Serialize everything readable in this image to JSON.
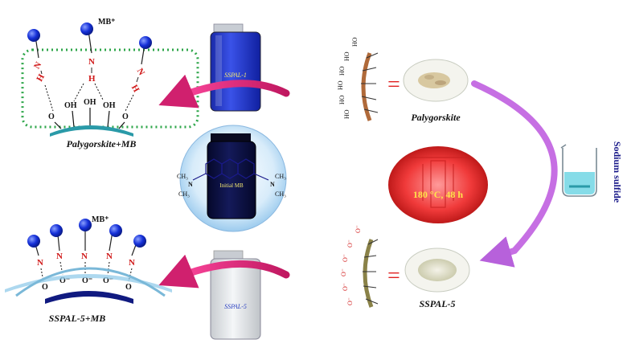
{
  "labels": {
    "mb_ion": "MB⁺",
    "palygorskite_mb": "Palygorskite+MB",
    "sspal5_mb": "SSPAL-5+MB",
    "palygorskite": "Palygorskite",
    "sspal5": "SSPAL-5",
    "vial_top": "SSPAL-1",
    "vial_center": "Initial MB",
    "vial_bottom": "SSPAL-5",
    "condition": "180 °C, 48 h",
    "reagent": "Sodium sulfide",
    "methyl": "CH₃",
    "equals": "="
  },
  "chem": {
    "n": "N",
    "h": "H",
    "o": "O",
    "oh": "OH",
    "ho": "HO",
    "o_minus": "O⁻"
  },
  "colors": {
    "blue_ball": "#1530d8",
    "n_red": "#d01818",
    "arrow_magenta": "#e0287a",
    "arrow_violet": "#c060e0",
    "dotted_green": "#2ea64a",
    "surface_teal": "#2a9aa8",
    "oval_red": "#e83030",
    "equals_red": "#e02020",
    "rod_brown": "#b06a3a",
    "rod_olive": "#8a8248",
    "navy": "#1a1a8a"
  }
}
